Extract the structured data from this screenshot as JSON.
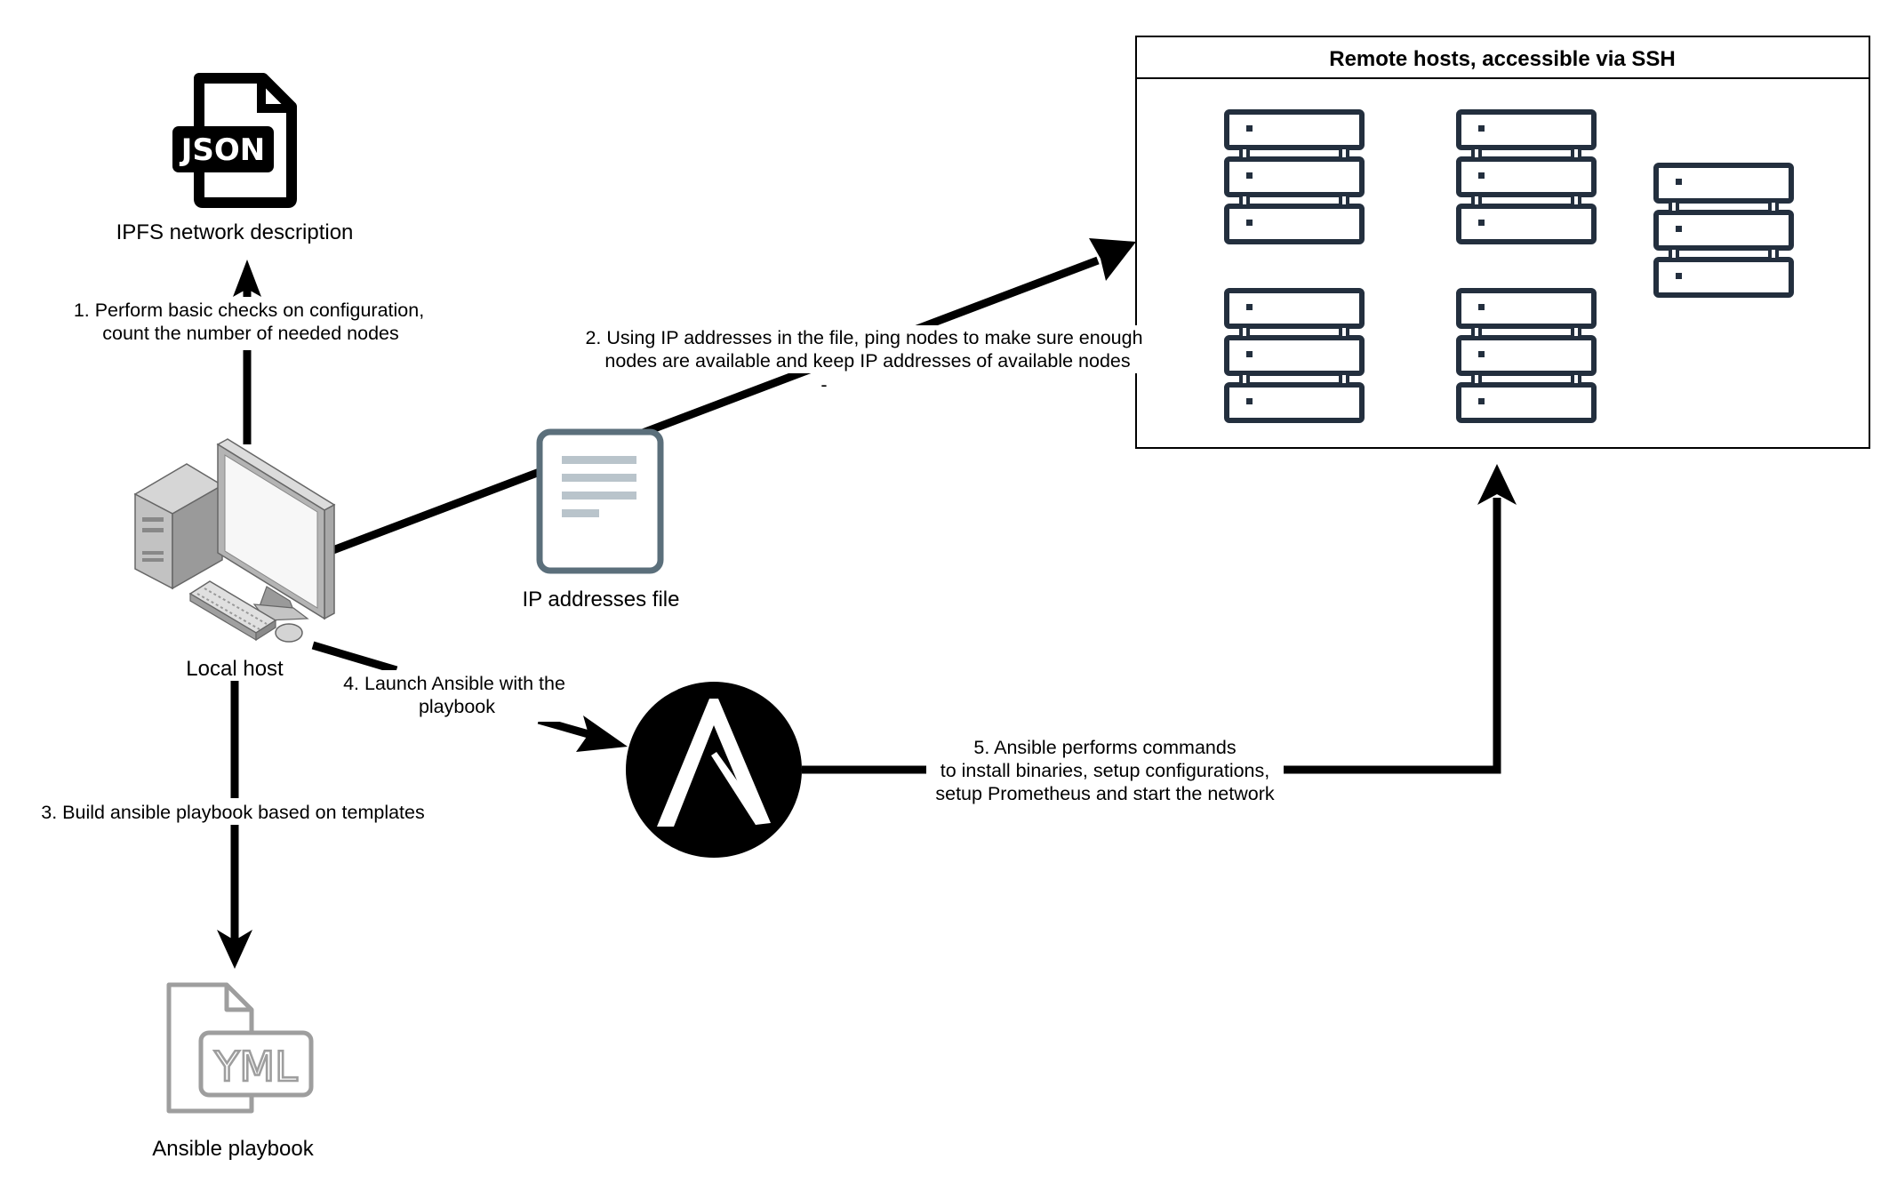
{
  "remote_hosts": {
    "title": "Remote hosts, accessible via SSH"
  },
  "nodes": {
    "json_label": "IPFS network description",
    "json_badge": "JSON",
    "local_host_label": "Local host",
    "ip_file_label": "IP addresses file",
    "yml_badge": "YML",
    "playbook_label": "Ansible playbook"
  },
  "edges": {
    "step1_line1": "1. Perform basic checks on configuration,",
    "step1_line2": "count the number of needed nodes",
    "step2_line1": "2. Using IP addresses in the file, ping nodes to make sure enough",
    "step2_line2": "nodes are available and keep IP addresses of available nodes",
    "step2_line3": "-",
    "step3": "3. Build ansible playbook based on templates",
    "step4_line1": "4. Launch Ansible with the",
    "step4_line2": "playbook",
    "step5_line1": "5. Ansible performs commands",
    "step5_line2": "to install binaries, setup configurations,",
    "step5_line3": "setup Prometheus and start the network"
  },
  "colors": {
    "server_stroke": "#232f3e",
    "doc_stroke": "#5b6f7b",
    "doc_lines": "#b9c4cb",
    "yml_stroke": "#9e9e9e",
    "ansible_fill": "#000000"
  }
}
